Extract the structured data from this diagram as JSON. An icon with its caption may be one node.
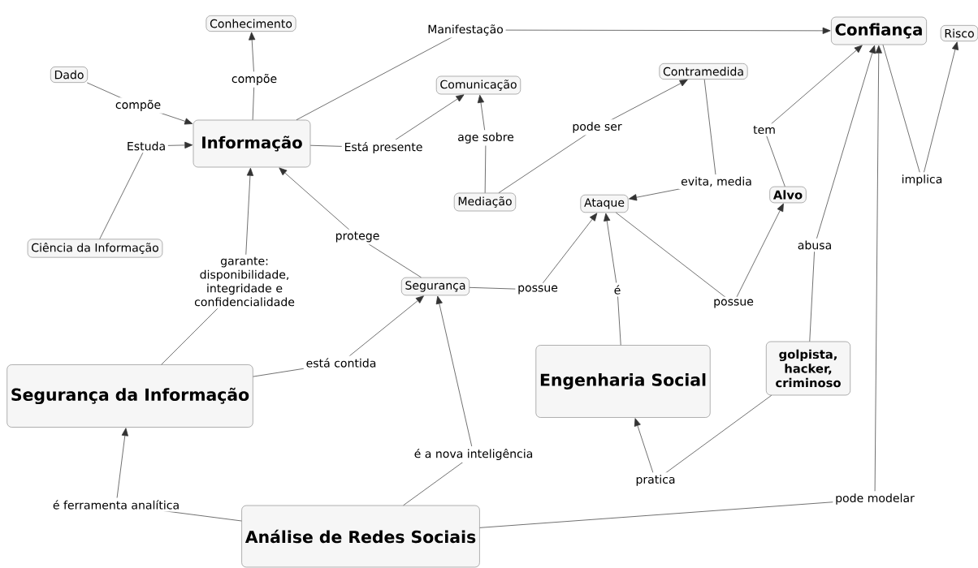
{
  "diagram": {
    "nodes": [
      {
        "text": [
          "Conhecimento"
        ]
      },
      {
        "text": [
          "Dado"
        ]
      },
      {
        "text": [
          "Comunicação"
        ]
      },
      {
        "text": [
          "Contramedida"
        ]
      },
      {
        "text": [
          "Confiança"
        ]
      },
      {
        "text": [
          "Risco"
        ]
      },
      {
        "text": [
          "Informação"
        ]
      },
      {
        "text": [
          "Mediação"
        ]
      },
      {
        "text": [
          "Ataque"
        ]
      },
      {
        "text": [
          "Alvo"
        ]
      },
      {
        "text": [
          "Ciência da Informação"
        ]
      },
      {
        "text": [
          "Segurança"
        ]
      },
      {
        "text": [
          "Segurança da Informação"
        ]
      },
      {
        "text": [
          "Engenharia Social"
        ]
      },
      {
        "text": [
          "golpista, hacker, criminoso"
        ]
      },
      {
        "text": [
          "Análise de Redes Sociais"
        ]
      }
    ],
    "edges": [
      {
        "from": 1,
        "to": 6,
        "arrow": "to",
        "label": "compõe"
      },
      {
        "from": 10,
        "to": 6,
        "arrow": "to",
        "label": "Estuda"
      },
      {
        "from": 6,
        "to": 0,
        "arrow": "to",
        "label": "compõe"
      },
      {
        "from": 6,
        "to": 4,
        "arrow": "to",
        "label": "Manifestação"
      },
      {
        "from": 6,
        "to": 2,
        "arrow": "to",
        "label": "Está presente"
      },
      {
        "from": 7,
        "to": 2,
        "arrow": "to",
        "label": "age sobre"
      },
      {
        "from": 7,
        "to": 3,
        "arrow": "to",
        "label": "pode ser"
      },
      {
        "from": 3,
        "to": 8,
        "arrow": "to",
        "label": "evita, media"
      },
      {
        "from": 9,
        "to": 4,
        "arrow": "to",
        "label": "tem"
      },
      {
        "from": 4,
        "to": 5,
        "arrow": "to",
        "label": "implica"
      },
      {
        "from": 14,
        "to": 4,
        "arrow": "to",
        "label": "abusa"
      },
      {
        "from": 11,
        "to": 6,
        "arrow": "to",
        "label": "protege"
      },
      {
        "from": 11,
        "to": 8,
        "arrow": "to",
        "label": "possue"
      },
      {
        "from": 8,
        "to": 9,
        "arrow": "to",
        "label": "possue"
      },
      {
        "from": 13,
        "to": 8,
        "arrow": "to",
        "label": "é"
      },
      {
        "from": 12,
        "to": 6,
        "arrow": "to",
        "label": "garante: disponibilidade, integridade e confidencialidade"
      },
      {
        "from": 12,
        "to": 11,
        "arrow": "to",
        "label": "está contida"
      },
      {
        "from": 15,
        "to": 11,
        "arrow": "to",
        "label": "é a nova inteligência"
      },
      {
        "from": 15,
        "to": 12,
        "arrow": "to",
        "label": "é ferramenta analítica"
      },
      {
        "from": 14,
        "to": 13,
        "arrow": "to",
        "label": "pratica"
      },
      {
        "from": 15,
        "to": 4,
        "arrow": "to",
        "label": "pode modelar"
      }
    ]
  }
}
